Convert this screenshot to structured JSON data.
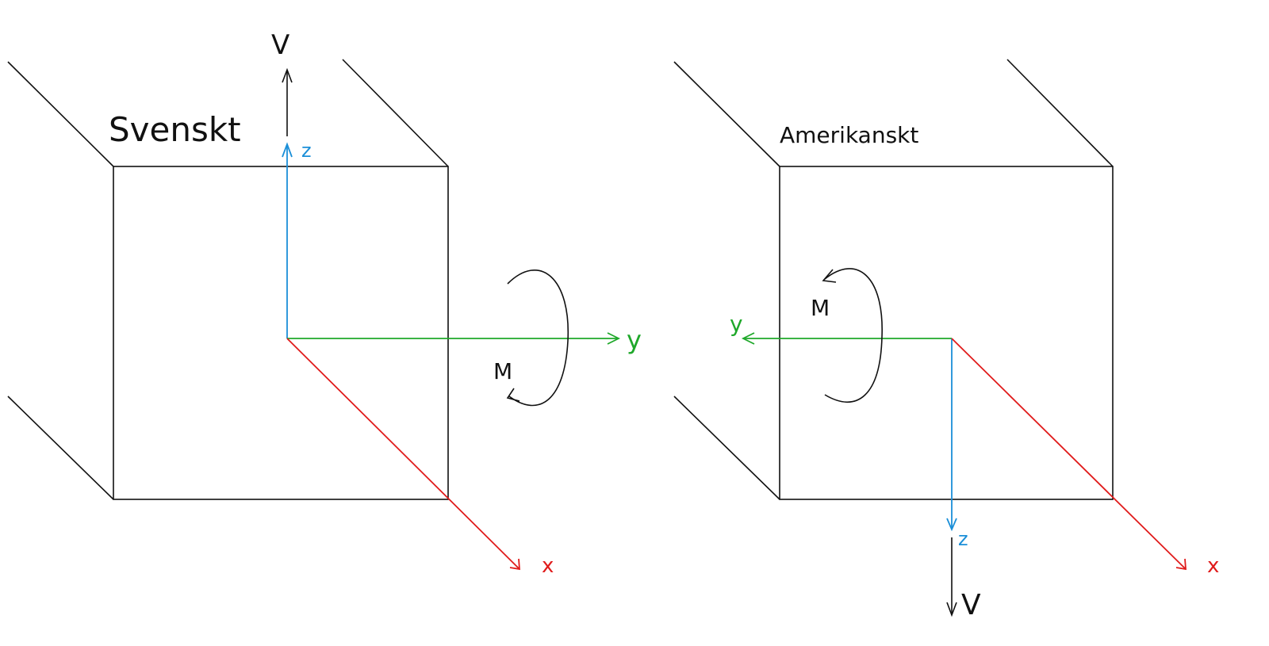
{
  "left": {
    "title": "Svenskt",
    "labels": {
      "v": "V",
      "z": "z",
      "y": "y",
      "x": "x",
      "m": "M"
    }
  },
  "right": {
    "title": "Amerikanskt",
    "labels": {
      "v": "V",
      "z": "z",
      "y": "y",
      "x": "x",
      "m": "M"
    }
  },
  "colors": {
    "x_axis": "#e01b1b",
    "y_axis": "#1fa82a",
    "z_axis": "#1b8fd8",
    "force": "#111111"
  }
}
